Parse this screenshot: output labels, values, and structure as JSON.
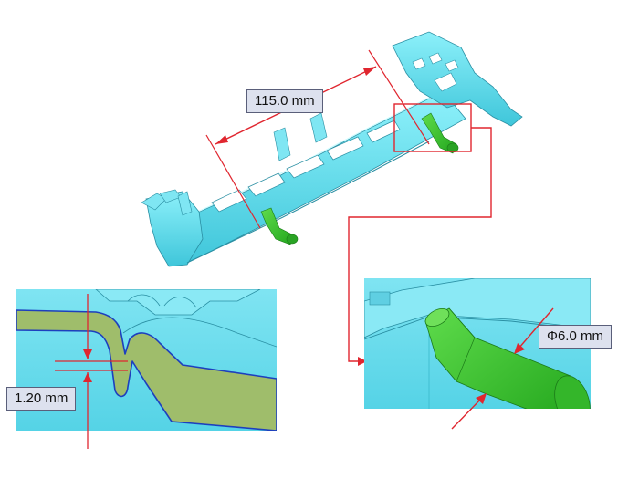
{
  "labels": {
    "length": "115.0 mm",
    "thickness": "1.20 mm",
    "diameter": "Φ6.0 mm"
  },
  "colors": {
    "part": "#6fe0ee",
    "pin": "#3fc232",
    "section": "#9fbd6b",
    "annotation": "#e0262f",
    "label_bg": "#dde1ee"
  }
}
